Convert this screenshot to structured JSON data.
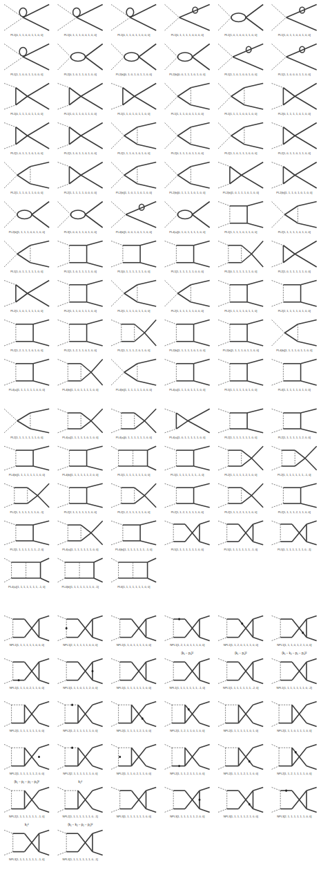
{
  "diagram": {
    "labels": [
      "PL1[0, 1, 1, 0, 0, 1, 1, 0, 0]",
      "PL1[0, 1, 1, 1, 0, 0, 1, 0, 0]",
      "PL1[0, 1, 1, 0, 1, 1, 0, 0, 0]",
      "PL1[0, 1, 1, 1, 1, 0, 0, 0, 0]",
      "PL1[1, 0, 1, 0, 0, 1, 1, 0, 0]",
      "PL1[1, 0, 1, 1, 0, 0, 1, 0, 0]",
      "PL1[1, 1, 0, 0, 1, 1, 0, 0, 0]",
      "PL2[0, 1, 0, 1, 1, 0, 1, 0, 0]",
      "PL2(b)[0, 1, 0, 1, 0, 1, 1, 0, 0]",
      "PL2(b)[0, 0, 1, 1, 1, 0, 1, 0, 0]",
      "PL1[1, 1, 0, 1, 0, 0, 1, 0, 0]",
      "PL1[1, 1, 0, 0, 0, 1, 1, 0, 0]",
      "PL1[0, 1, 1, 1, 0, 1, 1, 0, 0]",
      "PL1[1, 0, 1, 1, 0, 1, 1, 0, 0]",
      "PL1[1, 1, 0, 1, 0, 1, 1, 0, 0]",
      "PL1[1, 1, 1, 0, 0, 1, 1, 0, 0]",
      "PL1[1, 1, 1, 1, 0, 0, 1, 0, 0]",
      "PL2[0, 1, 1, 1, 1, 0, 1, 0, 0]",
      "PL2[1, 0, 1, 1, 1, 0, 1, 0, 0]",
      "PL2[1, 1, 0, 1, 1, 0, 1, 0, 0]",
      "PL2[1, 1, 1, 0, 1, 0, 1, 0, 0]",
      "PL2[0, 1, 1, 1, 0, 1, 1, 0, 0]",
      "PL2[1, 1, 0, 1, 1, 1, 0, 0, 0]",
      "PL2[1, 0, 1, 1, 0, 1, 1, 0, 0]",
      "PL2[1, 1, 1, 0, 1, 1, 0, 0, 0]",
      "PL2[1, 1, 1, 1, 1, 0, 0, 0, 0]",
      "PL2(b)[1, 1, 0, 1, 1, 0, 1, 0, 0]",
      "PL2(b)[0, 1, 1, 1, 1, 0, 1, 0, 0]",
      "PL2(b)[1, 0, 1, 1, 1, 0, 1, 0, 0]",
      "PL2(b)[1, 1, 1, 0, 1, 0, 1, 0, 0]",
      "PL2(b)[1, 1, 1, 1, 0, 0, 1, 0, 0]",
      "PL3[1, 0, 0, 1, 1, 0, 1, 0, 0]",
      "PL4(b)[1, 0, 0, 1, 0, 1, 1, 0, 0]",
      "PL4(a)[0, 1, 0, 1, 1, 1, 1, 0, 0]",
      "PL1[1, 1, 1, 1, 0, 1, 1, 0, 0]",
      "PL2[1, 1, 1, 1, 1, 0, 1, 0, 0]",
      "PL1[1, 0, 1, 1, 1, 1, 1, 0, 0]",
      "PL1[1, 1, 0, 1, 1, 1, 1, 0, 0]",
      "PL1[0, 1, 1, 1, 1, 1, 1, 0, 0]",
      "PL1[1, 1, 1, 1, 1, 1, 0, 0, 0]",
      "PL2[0, 1, 1, 1, 1, 1, 1, 0, 0]",
      "PL2[1, 0, 1, 1, 1, 1, 1, 0, 0]",
      "PL2[1, 1, 0, 1, 1, 1, 1, 0, 0]",
      "PL2[1, 1, 1, 0, 1, 1, 1, 0, 0]",
      "PL2[1, 1, 1, 1, 0, 1, 1, 0, 0]",
      "PL2[1, 1, 1, 1, 1, 1, 0, 0, 0]",
      "PL2[1, 1, 1, 1, 1, 0, 1, 1, 0]",
      "PL2[2, 1, 1, 1, 1, 0, 1, 0, 0]",
      "PL2[1, 2, 1, 1, 1, 0, 1, 0, 0]",
      "PL2[1, 1, 2, 1, 1, 0, 1, 0, 0]",
      "PL2[1, 1, 1, 1, 2, 0, 1, 0, 0]",
      "PL2(b)[1, 1, 1, 1, 1, 0, 1, 0, 0]",
      "PL2(b)[1, 1, 1, 1, 0, 1, 1, 0, 0]",
      "PL4(b)[1, 1, 1, 1, 0, 1, 1, 0, 0]",
      "PL4(a)[1, 1, 1, 1, 1, 1, 0, 0, 0]",
      "PL4(b)[1, 1, 0, 1, 1, 1, 1, 0, 0]",
      "PL4(b)[1, 1, 1, 1, 1, 1, 0, 0, 0]",
      "PL4(a)[1, 1, 1, 0, 1, 1, 1, 0, 0]",
      "PL5[1, 1, 1, 1, 1, 0, 1, 0, 0]",
      "PL4[1, 1, 1, 1, 1, 0, 1, 0, 0]",
      "PL2[1, 1, 1, 1, 1, 1, 1, 0, 0]",
      "PL4(a)[1, 1, 1, 1, 1, 0, 1, 0, 0]",
      "PL4(a)[0, 1, 1, 1, 1, 1, 1, 0, 0]",
      "PL4(a)[1, 0, 1, 1, 1, 1, 1, 0, 0]",
      "PL2[1, 1, 1, 1, 1, 1, 1, 0, 0]",
      "PL2[1, 1, 1, 1, 1, 1, 2, 0, 0]",
      "PL4(b)[1, 1, 1, 1, 1, 1, 1, 0, 0]",
      "PL4(b)[1, 1, 1, 1, 1, 1, 2, 0, 0]",
      "PL1[1, 1, 1, 1, 1, 1, 1, 0, 0]",
      "PL1[1, 1, 1, 1, 1, 1, 1, -1, 0]",
      "PL2[1, 1, 1, 1, 1, 2, 1, 0, 0]",
      "PL2[1, 1, 1, 1, 1, 1, 1, -1, 0]",
      "PL2[1, 1, 1, 1, 1, 1, 1, 0, -1]",
      "PL2[2, 1, 1, 1, 1, 1, 1, 0, 0]",
      "PL2[1, 2, 1, 1, 1, 1, 1, 0, 0]",
      "PL2[1, 1, 2, 1, 1, 1, 1, 0, 0]",
      "PL2[1, 1, 1, 2, 1, 1, 1, 0, 0]",
      "PL2[1, 1, 1, 1, 2, 1, 1, 0, 0]",
      "PL2[1, 1, 1, 1, 1, 1, 1, -2, 0]",
      "PL4(a)[1, 1, 1, 1, 1, 1, 1, 0, 0]",
      "PL4(b)[1, 1, 1, 1, 1, 1, 1, -1, 0]",
      "PL5[1, 1, 1, 1, 1, 1, 1, 0, 0]",
      "PL5[1, 1, 1, 1, 1, 1, 1, -1, 0]",
      "PL5[1, 1, 1, 1, 1, 1, 1, 0, -1]",
      "PL4(a)[1, 1, 1, 1, 1, 1, 1, -1, 0]",
      "PL4(b)[1, 1, 1, 1, 1, 1, 1, 0, -1]",
      "PL6[1, 1, 1, 1, 1, 1, 1, 0, 0]",
      "NPL1[1, 1, 1, 1, 1, 1, 0, 0, 0]",
      "NPL1[2, 1, 1, 1, 1, 1, 0, 0, 0]",
      "NPL1[1, 1, 0, 1, 1, 1, 1, 0, 0]",
      "NPL1[1, 2, 1, 0, 1, 1, 1, 0, 0]",
      "NPL1[1, 1, 2, 0, 1, 1, 1, 0, 0]",
      "NPL1[1, 1, 1, 0, 1, 2, 1, 0, 0]",
      "(k₁ − p₁)²",
      "(k₁ − p₁)²",
      "(k₁ − k₂ − p₁ − p₂)²",
      "NPL1[1, 1, 1, 0, 2, 1, 1, 0, 0]",
      "NPL1[1, 1, 1, 0, 1, 1, 2, 0, 0]",
      "NPL1[1, 1, 1, 1, 1, 1, 1, 0, 0]",
      "NPL1[1, 1, 1, 1, 1, 1, 1, -1, 0]",
      "NPL1[1, 1, 1, 1, 1, 1, 1, -2, 0]",
      "NPL1[1, 1, 1, 1, 1, 1, 1, 0, -2]",
      "NPL2[1, 1, 1, 1, 1, 1, 1, 0, 0]",
      "NPL2[1, 2, 1, 1, 1, 1, 1, 0, 0]",
      "NPL2[1, 1, 1, 1, 1, 2, 1, 0, 0]",
      "NPL2[1, 1, 2, 1, 1, 0, 1, 0, 0]",
      "NPL2[1, 1, 1, 1, 1, 1, 0, 1, 0]",
      "NPL2[1, 1, 1, 0, 1, 1, 1, 0, 0]",
      "NPL2[1, 1, 1, 1, 1, 1, 2, 0, 0]",
      "NPL2[2, 1, 1, 1, 1, 1, 1, 0, 0]",
      "NPL2[1, 1, 1, 0, 2, 1, 1, 0, 0]",
      "NPL2[1, 1, 1, 2, 1, 1, 1, 0, 0]",
      "NPL2[1, 1, 1, 1, 2, 1, 1, 0, 0]",
      "NPL2[1, 1, 2, 1, 1, 1, 1, 0, 0]",
      "(k₁ − p₁ − p₂ − p₃)²",
      "k₂²",
      "NPL2[1, 1, 1, 1, 1, 1, 1, -1, 0]",
      "NPL2[1, 1, 1, 1, 1, 1, 1, 0, -1]",
      "NPL3[1, 1, 1, 1, 1, 1, 1, 0, 0]",
      "NPL3[1, 1, 1, 1, 1, 1, 2, 0, 0]",
      "NPL3[1, 1, 1, 1, 1, 2, 1, 0, 0]",
      "NPL3[2, 1, 1, 1, 1, 1, 1, 0, 0]",
      "k₁²",
      "(k₁ − k₂ − p₁ − p₂)²",
      "NPL3[1, 1, 1, 1, 1, 1, 1, -1, 0]",
      "NPL3[1, 1, 1, 1, 1, 1, 1, 0, -1]"
    ]
  }
}
